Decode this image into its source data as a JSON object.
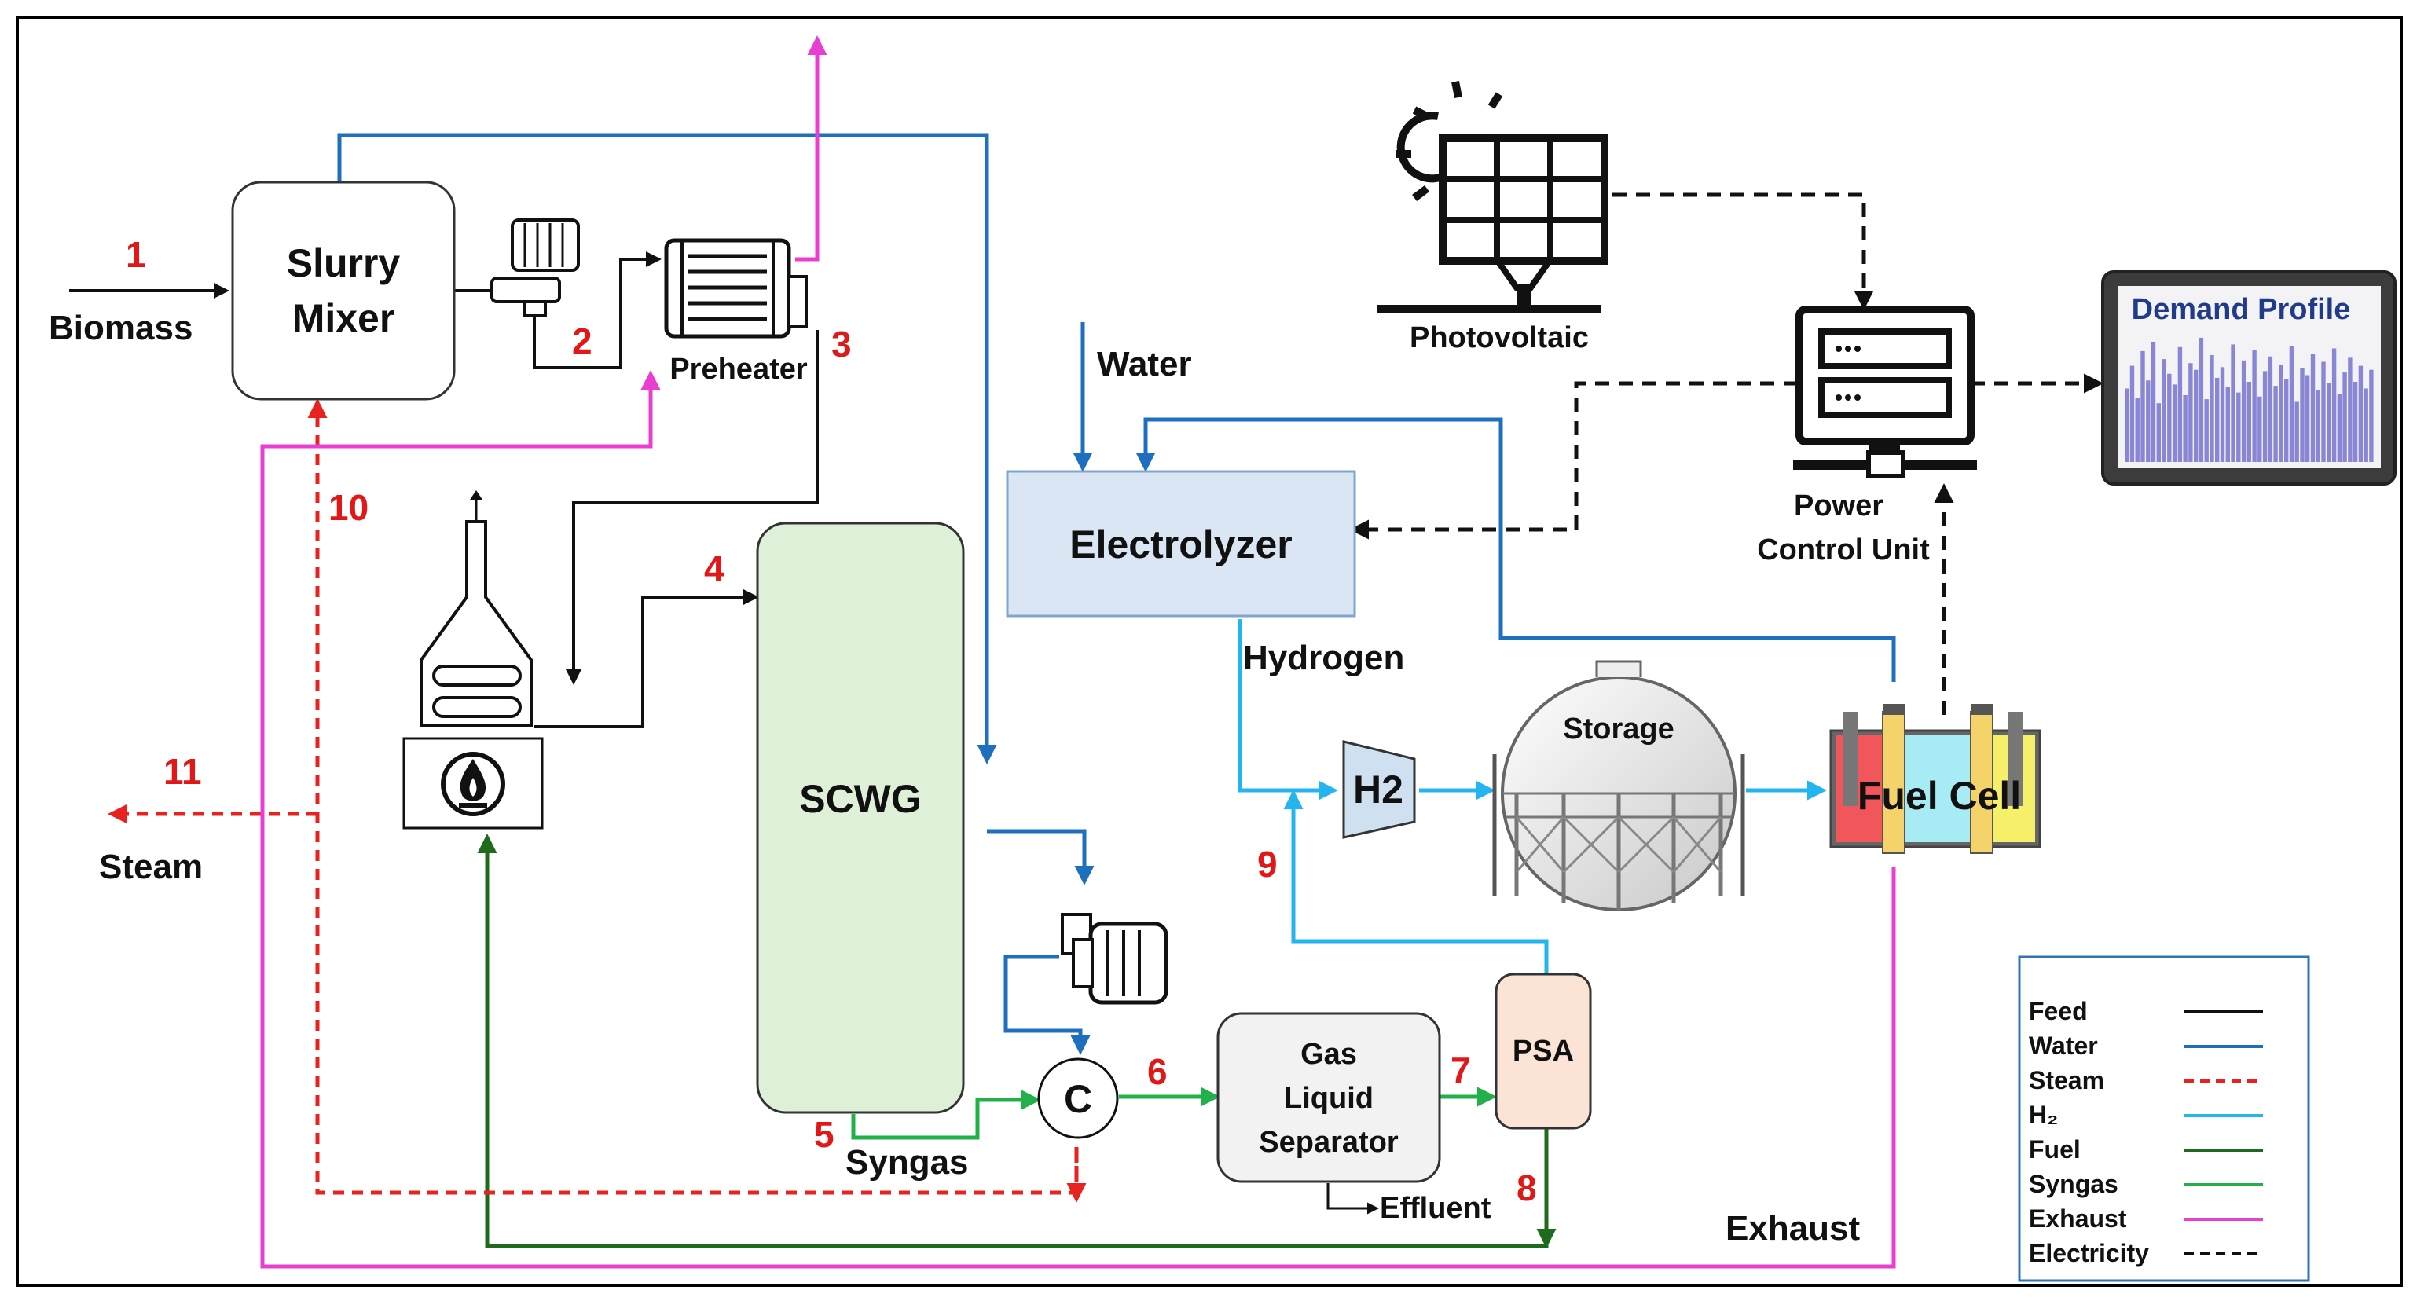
{
  "units": {
    "slurry_mixer": [
      "Slurry",
      "Mixer"
    ],
    "preheater": "Preheater",
    "scwg": "SCWG",
    "electrolyzer": "Electrolyzer",
    "storage": "Storage",
    "fuel_cell": "Fuel Cell",
    "gas_liquid_separator": [
      "Gas",
      "Liquid",
      "Separator"
    ],
    "psa": "PSA",
    "compressor": "H2",
    "cooler": "C",
    "photovoltaic": "Photovoltaic",
    "power_control_unit": [
      "Power",
      "Control Unit"
    ],
    "demand_profile": "Demand Profile"
  },
  "streams": {
    "biomass": "Biomass",
    "water": "Water",
    "hydrogen": "Hydrogen",
    "steam": "Steam",
    "syngas": "Syngas",
    "effluent": "Effluent",
    "exhaust": "Exhaust"
  },
  "stream_numbers": [
    "1",
    "2",
    "3",
    "4",
    "5",
    "6",
    "7",
    "8",
    "9",
    "10",
    "11"
  ],
  "legend": [
    {
      "label": "Feed",
      "color": "#111111",
      "dashed": false
    },
    {
      "label": "Water",
      "color": "#1f6fbf",
      "dashed": false
    },
    {
      "label": "Steam",
      "color": "#e8231f",
      "dashed": true
    },
    {
      "label": "H₂",
      "color": "#24b4ee",
      "dashed": false
    },
    {
      "label": "Fuel",
      "color": "#1e6b1e",
      "dashed": false
    },
    {
      "label": "Syngas",
      "color": "#22b04a",
      "dashed": false
    },
    {
      "label": "Exhaust",
      "color": "#e83fd0",
      "dashed": false
    },
    {
      "label": "Electricity",
      "color": "#111111",
      "dashed": true
    }
  ],
  "colors": {
    "feed": "#111111",
    "water": "#1f6fbf",
    "steam": "#e8231f",
    "hydrogen": "#24b4ee",
    "fuel": "#1e6b1e",
    "syngas": "#22b04a",
    "exhaust": "#e83fd0",
    "number": "#e01818"
  },
  "demand_bars": [
    0.55,
    0.72,
    0.48,
    0.83,
    0.61,
    0.9,
    0.44,
    0.77,
    0.66,
    0.58,
    0.86,
    0.5,
    0.74,
    0.69,
    0.93,
    0.47,
    0.8,
    0.63,
    0.71,
    0.56,
    0.88,
    0.52,
    0.76,
    0.6,
    0.84,
    0.49,
    0.68,
    0.79,
    0.57,
    0.73,
    0.62,
    0.87,
    0.45,
    0.7,
    0.65,
    0.81,
    0.54,
    0.75,
    0.59,
    0.85,
    0.51,
    0.67,
    0.78,
    0.6,
    0.72,
    0.55,
    0.69
  ]
}
